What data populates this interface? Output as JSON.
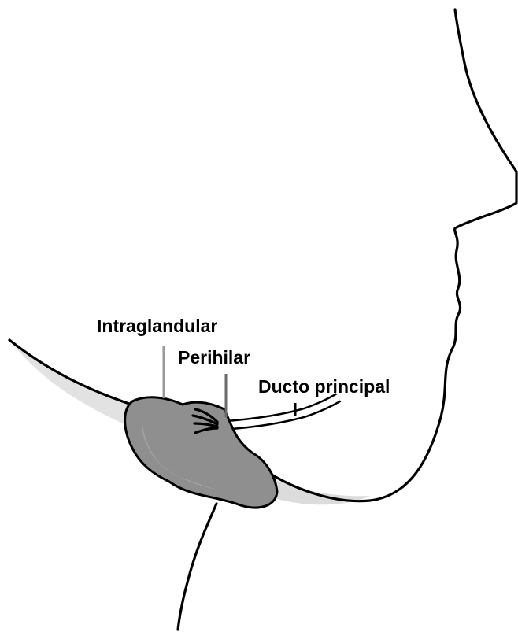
{
  "labels": {
    "intraglandular": "Intraglandular",
    "perihilar": "Perihilar",
    "ducto_principal": "Ducto principal"
  },
  "colors": {
    "outline": "#000000",
    "gland_fill": "#8f8f8f",
    "gland_highlight": "#a9a9a9",
    "jaw_shadow": "#dcdcdc",
    "leader_intraglandular": "#9a9a9a",
    "leader_perihilar": "#6b6b6b",
    "leader_ducto": "#000000",
    "background": "#ffffff"
  }
}
